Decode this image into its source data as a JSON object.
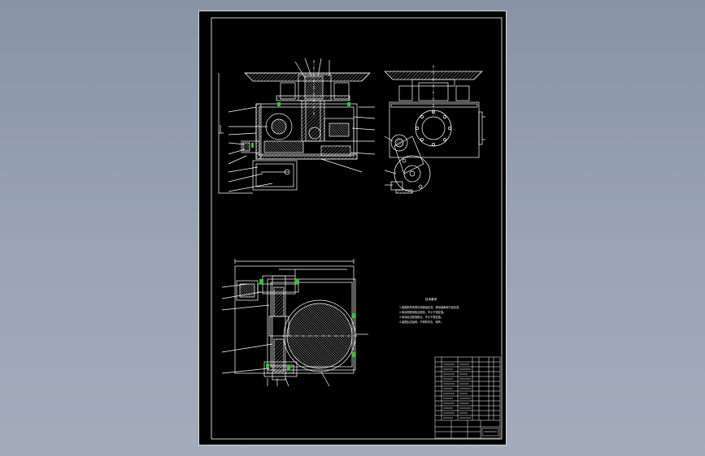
{
  "viewer": {
    "background_top": "#8893a6",
    "background_bottom": "#a3acbb"
  },
  "drawing": {
    "line_color": "#ffffff",
    "hatch_color": "#ffffff",
    "highlight_color": "#39c13a",
    "sheet_color": "#000000",
    "technical_notes": {
      "title": "技术要求",
      "lines": [
        "1.装配前所有零件用煤油清洗，滚动轴承用汽油清洗。",
        "2.啮合侧隙用铅丝检验，不小于规定值。",
        "3.用涂色法检验斑点，不小于规定值。",
        "4.装配后试运转，不得有冲击、噪声。"
      ]
    }
  }
}
